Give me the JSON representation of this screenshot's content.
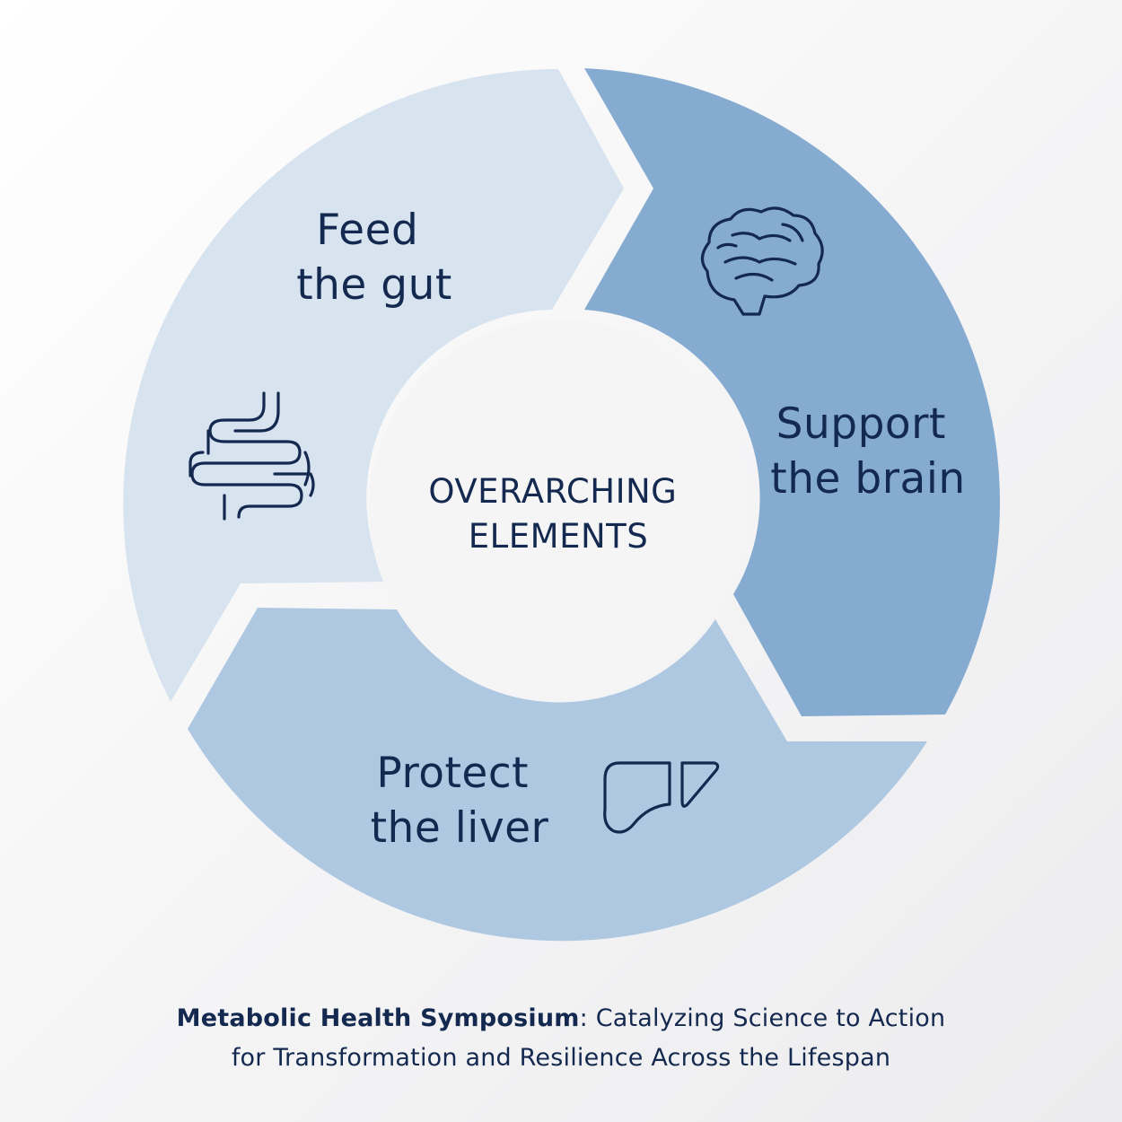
{
  "diagram": {
    "center_lines": [
      "OVERARCHING",
      "ELEMENTS"
    ],
    "segments": [
      {
        "lines": [
          "Feed",
          "the gut"
        ],
        "icon": "intestine-icon",
        "color": "#d7e3ef"
      },
      {
        "lines": [
          "Support",
          "the brain"
        ],
        "icon": "brain-icon",
        "color": "#86abd1"
      },
      {
        "lines": [
          "Protect",
          "the liver"
        ],
        "icon": "liver-icon",
        "color": "#afc8e2"
      }
    ],
    "text_color": "#14294f",
    "center_color": "#f5f5f6"
  },
  "caption": {
    "title": "Metabolic Health Symposium",
    "separator": ":",
    "line1_rest": " Catalyzing Science to Action",
    "line2": "for Transformation and Resilience Across the Lifespan"
  }
}
